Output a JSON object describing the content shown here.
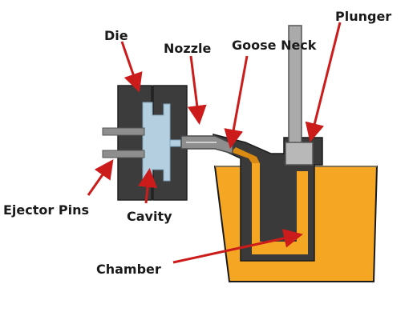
{
  "labels": {
    "die": "Die",
    "nozzle": "Nozzle",
    "goose_neck": "Goose Neck",
    "plunger": "Plunger",
    "ejector_pins": "Ejector Pins",
    "cavity": "Cavity",
    "chamber": "Chamber"
  },
  "colors": {
    "die": "#3c3c3c",
    "cavity": "#b4cfe0",
    "metal_gray": "#9a9a9a",
    "molten_metal": "#f5a623",
    "molten_metal_dark": "#d98a12",
    "gooseneck": "#3a3a3a",
    "arrow": "#cc1b1b",
    "outline": "#1a1a1a"
  }
}
